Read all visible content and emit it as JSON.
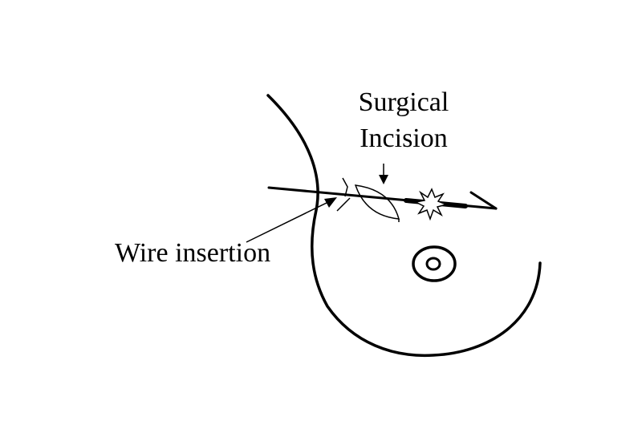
{
  "labels": {
    "surgical_incision_line1": "Surgical",
    "surgical_incision_line2": "Incision",
    "wire_insertion": "Wire insertion"
  },
  "colors": {
    "stroke": "#000000",
    "background": "#ffffff"
  }
}
